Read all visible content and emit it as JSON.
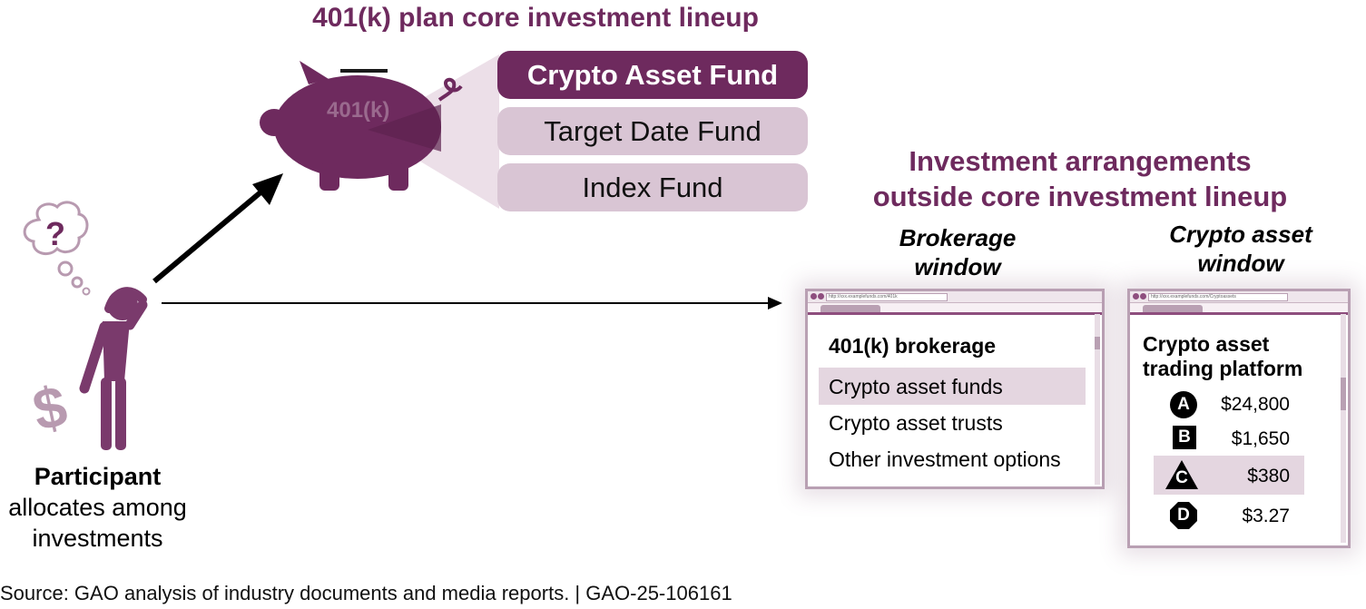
{
  "core": {
    "title": "401(k) plan core investment lineup",
    "piggy_label": "401(k)",
    "funds": [
      "Crypto Asset Fund",
      "Target Date Fund",
      "Index Fund"
    ]
  },
  "outside": {
    "title_line1": "Investment arrangements",
    "title_line2": "outside core investment lineup"
  },
  "brokerage": {
    "title_line1": "Brokerage",
    "title_line2": "window",
    "url": "http://xxx.examplefunds.com/401k",
    "heading": "401(k) brokerage",
    "items": [
      "Crypto asset funds",
      "Crypto asset trusts",
      "Other investment options"
    ]
  },
  "crypto": {
    "title_line1": "Crypto asset",
    "title_line2": "window",
    "url": "http://xxx.examplefunds.com/Cryptoassets",
    "heading_line1": "Crypto asset",
    "heading_line2": "trading platform",
    "coins": [
      {
        "letter": "A",
        "shape": "circle",
        "price": "$24,800"
      },
      {
        "letter": "B",
        "shape": "square",
        "price": "$1,650"
      },
      {
        "letter": "C",
        "shape": "triangle",
        "price": "$380"
      },
      {
        "letter": "D",
        "shape": "octagon",
        "price": "$3.27"
      }
    ]
  },
  "participant": {
    "line1": "Participant",
    "line2": "allocates among",
    "line3": "investments",
    "thought_symbol": "?",
    "money_symbol": "$"
  },
  "source": "Source: GAO analysis of industry documents and media reports.  |  GAO-25-106161",
  "colors": {
    "primary": "#6e2a5e",
    "light": "#d9c5d4",
    "icon": "#7a3a6c"
  }
}
